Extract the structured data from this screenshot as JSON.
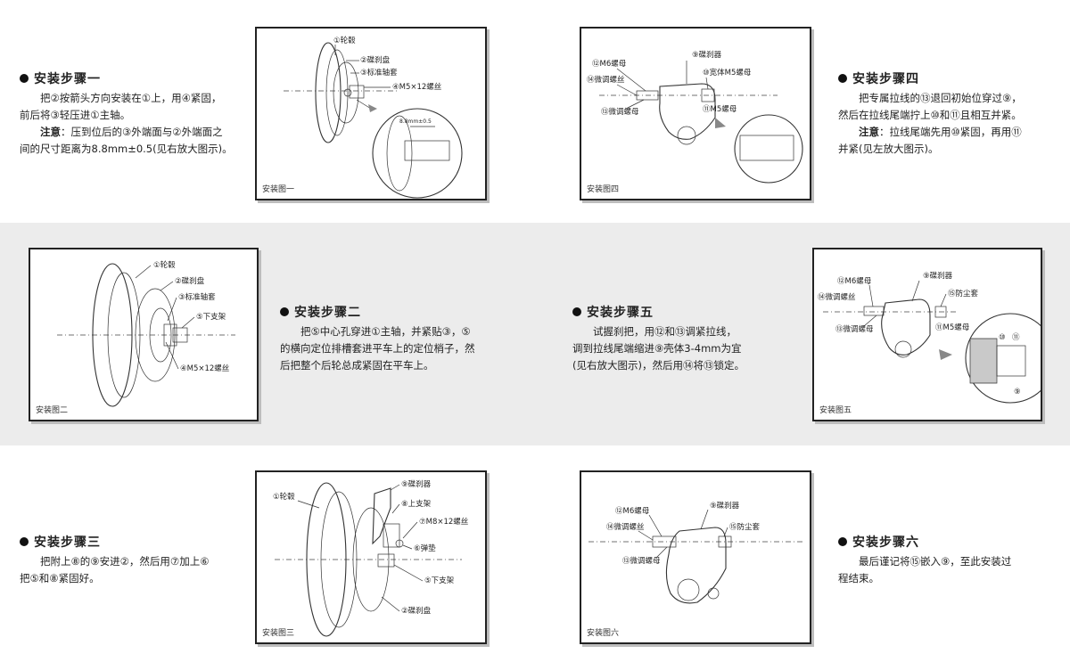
{
  "steps": {
    "s1": {
      "title": "安装步骤一",
      "line1": "把②按箭头方向安装在①上，用④紧固，",
      "line2": "前后将③轻压进①主轴。",
      "note_label": "注意",
      "note_text": "：压到位后的③外端面与②外端面之",
      "line4": "间的尺寸距离为8.8mm±0.5(见右放大图示)。"
    },
    "s2": {
      "title": "安装步骤二",
      "line1": "把⑤中心孔穿进①主轴，并紧贴③，⑤",
      "line2": "的横向定位排槽套进平车上的定位梢子，然",
      "line3": "后把整个后轮总成紧固在平车上。"
    },
    "s3": {
      "title": "安装步骤三",
      "line1": "把附上⑧的⑨安进②，然后用⑦加上⑥",
      "line2": "把⑤和⑧紧固好。"
    },
    "s4": {
      "title": "安装步骤四",
      "line1": "把专属拉线的⑬退回初始位穿过⑨，",
      "line2": "然后在拉线尾端拧上⑩和⑪且相互并紧。",
      "note_label": "注意",
      "note_text": "：拉线尾端先用⑩紧固，再用⑪",
      "line4": "并紧(见左放大图示)。"
    },
    "s5": {
      "title": "安装步骤五",
      "line1": "试握刹把，用⑫和⑬调紧拉线，",
      "line2": "调到拉线尾端缩进⑨壳体3-4mm为宜",
      "line3": "(见右放大图示)，然后用⑭将⑬锁定。"
    },
    "s6": {
      "title": "安装步骤六",
      "line1": "最后谨记将⑮嵌入⑨，至此安装过",
      "line2": "程结束。"
    }
  },
  "figures": {
    "f1": {
      "caption": "安装图一",
      "labels": [
        "①轮毂",
        "②碟刹盘",
        "③标准轴套",
        "④M5×12螺丝"
      ],
      "dim": "8.8mm±0.5"
    },
    "f2": {
      "caption": "安装图二",
      "labels": [
        "①轮毂",
        "②碟刹盘",
        "③标准轴套",
        "⑤下支架",
        "④M5×12螺丝"
      ]
    },
    "f3": {
      "caption": "安装图三",
      "labels": [
        "⑨碟刹器",
        "①轮毂",
        "⑧上支架",
        "⑦M8×12螺丝",
        "⑥弹垫",
        "⑤下支架",
        "②碟刹盘"
      ]
    },
    "f4": {
      "caption": "安装图四",
      "labels": [
        "⑨碟刹器",
        "⑫M6螺母",
        "⑩宽体M5螺母",
        "⑭微调螺丝",
        "⑪M5螺母",
        "⑬微调螺母"
      ]
    },
    "f5": {
      "caption": "安装图五",
      "labels": [
        "⑫M6螺母",
        "⑨碟刹器",
        "⑭微调螺丝",
        "⑮防尘套",
        "⑬微调螺母",
        "⑪M5螺母",
        "⑩",
        "⑪",
        "⑨"
      ]
    },
    "f6": {
      "caption": "安装图六",
      "labels": [
        "⑨碟刹器",
        "⑫M6螺母",
        "⑭微调螺丝",
        "⑮防尘套",
        "⑬微调螺母"
      ]
    }
  }
}
